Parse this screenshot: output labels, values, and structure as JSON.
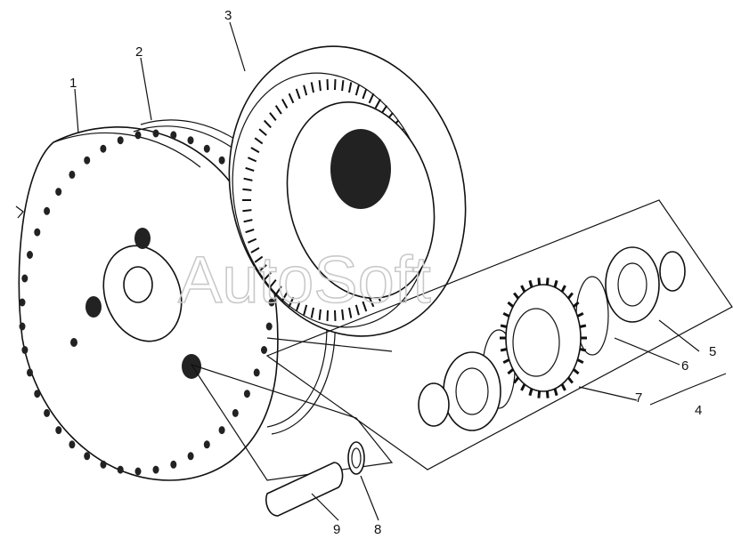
{
  "labels": {
    "p1": "1",
    "p2": "2",
    "p3": "3",
    "p4": "4",
    "p5": "5",
    "p6": "6",
    "p7": "7",
    "p8": "8",
    "p9": "9"
  },
  "watermark": "AutoSoft"
}
